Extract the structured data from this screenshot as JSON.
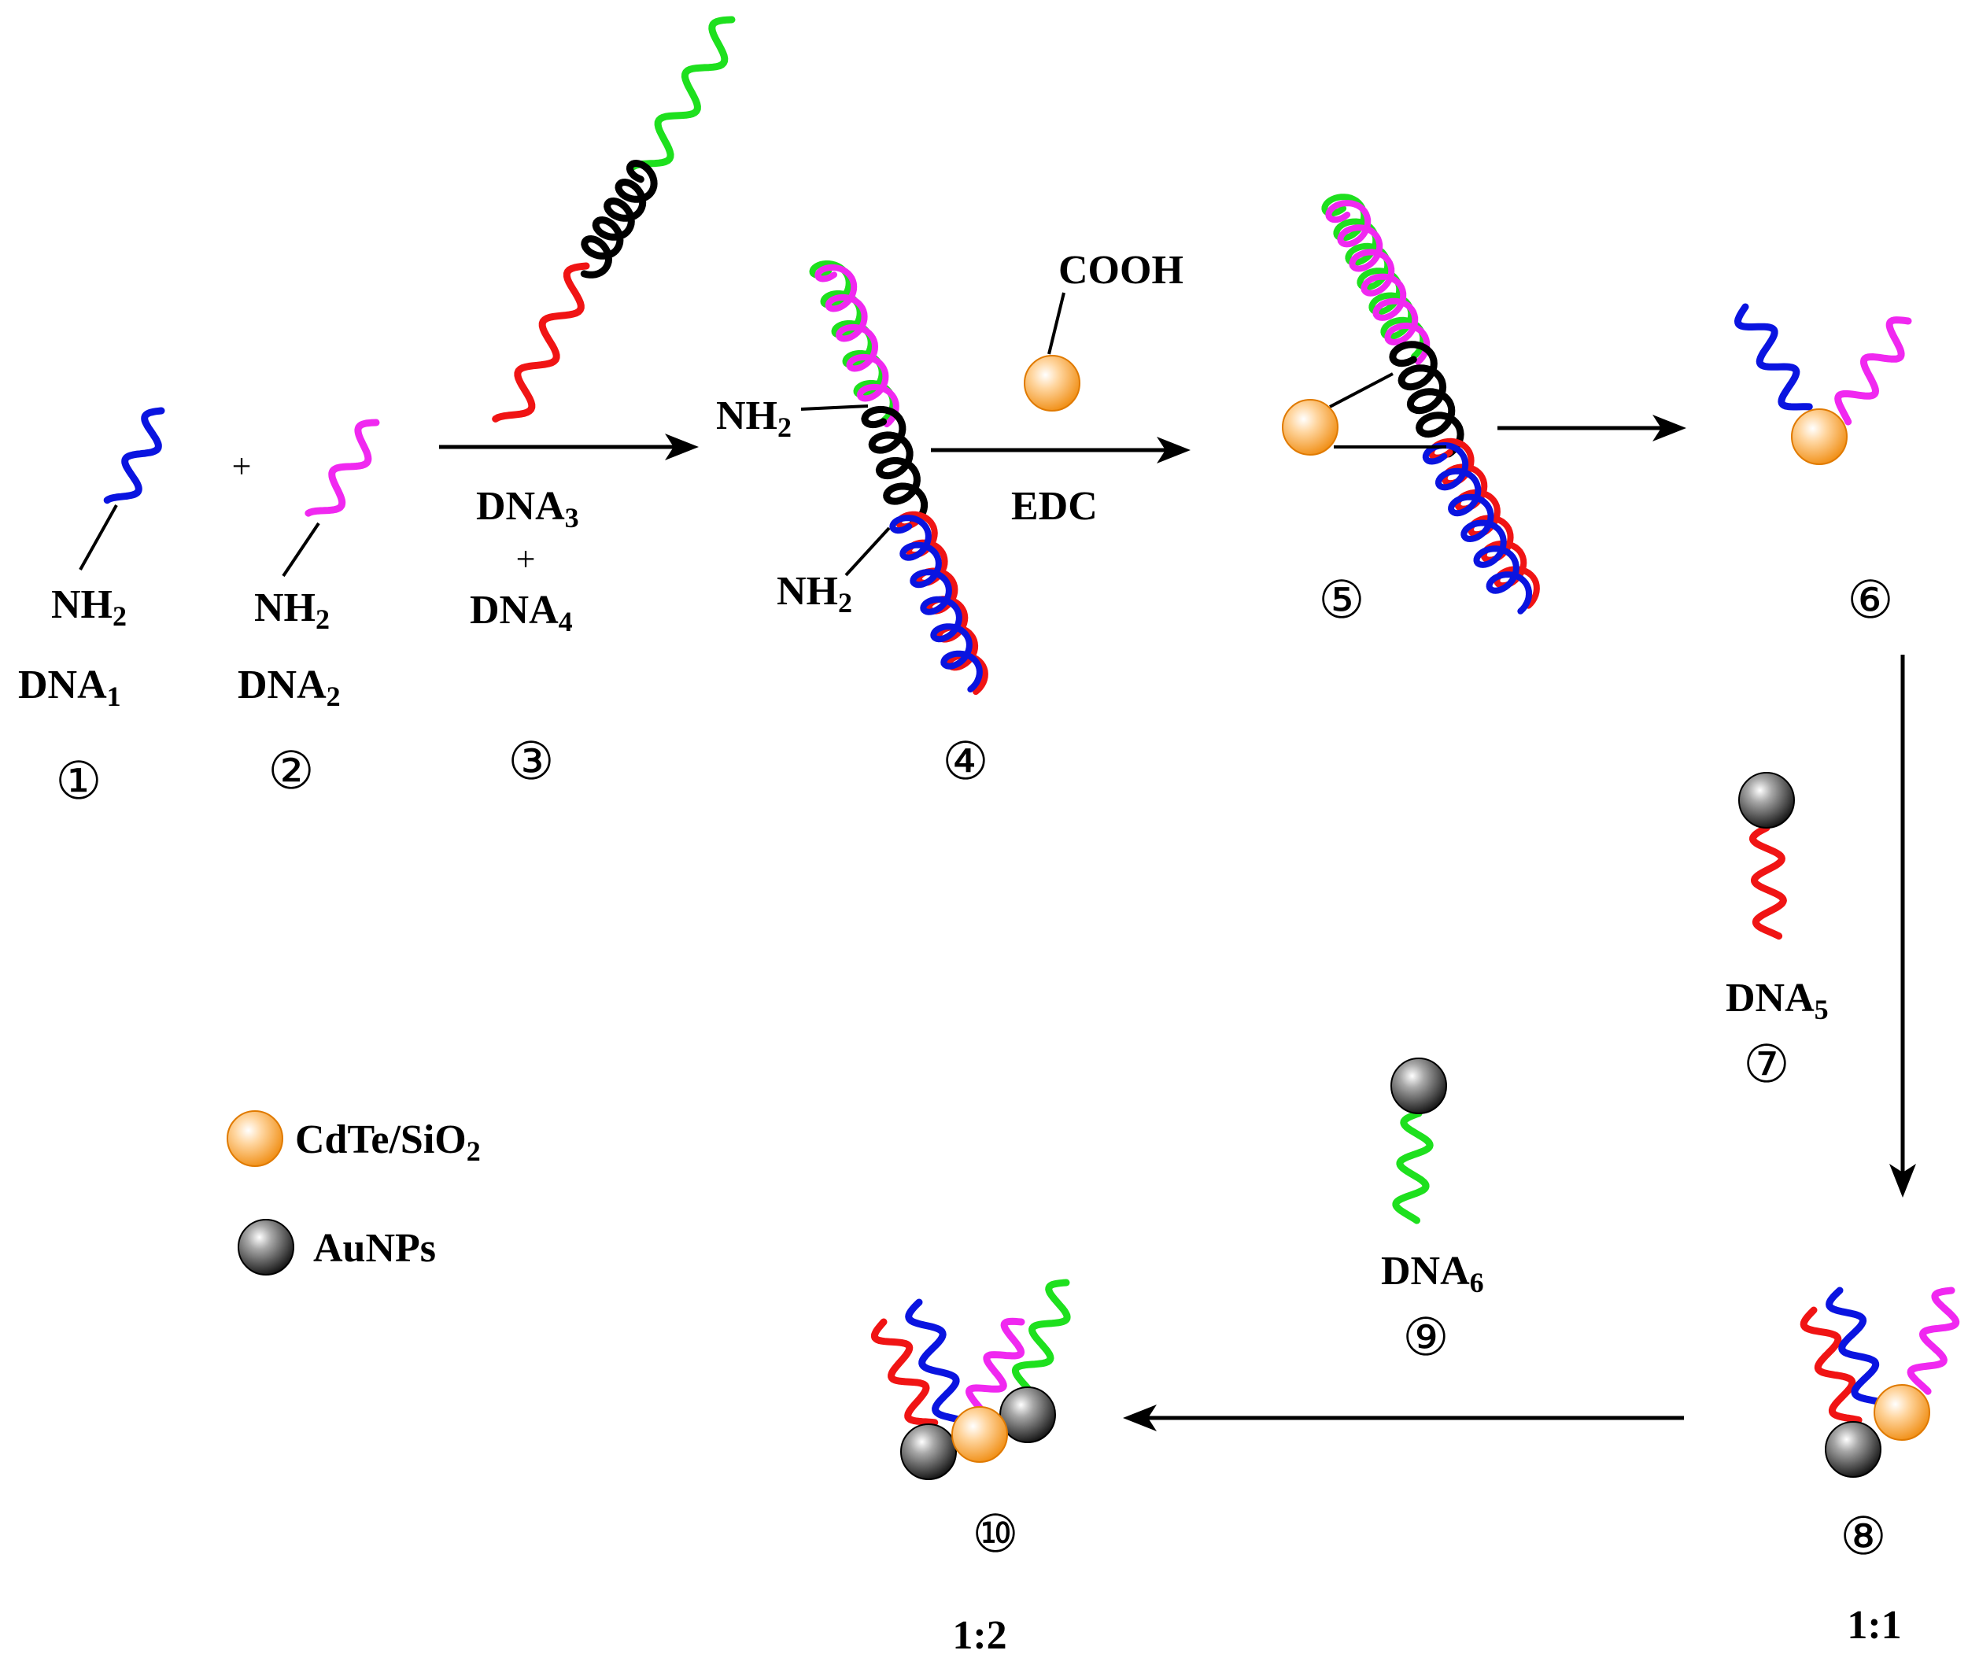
{
  "labels": {
    "nh2": "NH",
    "two": "2",
    "dna_prefix": "DNA",
    "plus": "+",
    "cooh": "COOH",
    "edc": "EDC",
    "dna1_sub": "1",
    "dna2_sub": "2",
    "dna3_sub": "3",
    "dna4_sub": "4",
    "dna5_sub": "5",
    "dna6_sub": "6",
    "legend_cdte_main": "CdTe/SiO",
    "legend_cdte_sub": "2",
    "legend_au": "AuNPs",
    "ratio_11": "1:1",
    "ratio_12": "1:2"
  },
  "steps": [
    "①",
    "②",
    "③",
    "④",
    "⑤",
    "⑥",
    "⑦",
    "⑧",
    "⑨",
    "⑩"
  ],
  "colors": {
    "dna1": "#0a14e0",
    "dna2": "#f028f0",
    "dna_green": "#1ee01e",
    "dna_red": "#f01414",
    "duplex": "#000000",
    "cdte": "#f7931e",
    "aunp": "#3c3c3c"
  }
}
